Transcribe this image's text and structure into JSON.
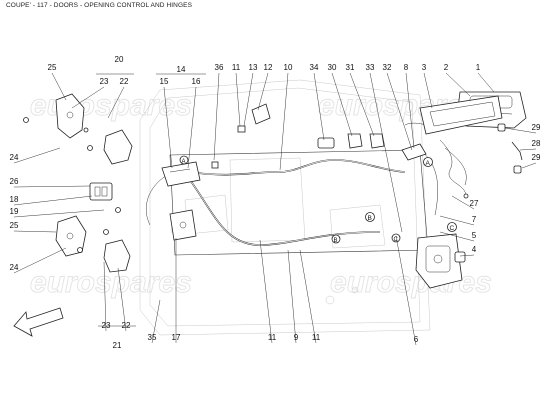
{
  "title": "COUPE' - 117 - DOORS - OPENING CONTROL AND HINGES",
  "watermark": {
    "text": "eurospares"
  },
  "callouts": [
    "25",
    "20",
    "23",
    "22",
    "14",
    "15",
    "16",
    "36",
    "11",
    "13",
    "12",
    "10",
    "34",
    "30",
    "31",
    "33",
    "32",
    "8",
    "3",
    "2",
    "1",
    "29",
    "28",
    "29",
    "24",
    "26",
    "18",
    "19",
    "25",
    "24",
    "27",
    "7",
    "5",
    "4",
    "23",
    "22",
    "21",
    "35",
    "17",
    "11",
    "9",
    "11",
    "6"
  ],
  "circle_tags": [
    "A",
    "B",
    "C",
    "A",
    "B",
    "C"
  ],
  "colors": {
    "line": "#222222",
    "watermark": "#e3e3e3",
    "background": "#ffffff"
  },
  "icons": {
    "direction_arrow": "front-direction-arrow-icon"
  }
}
